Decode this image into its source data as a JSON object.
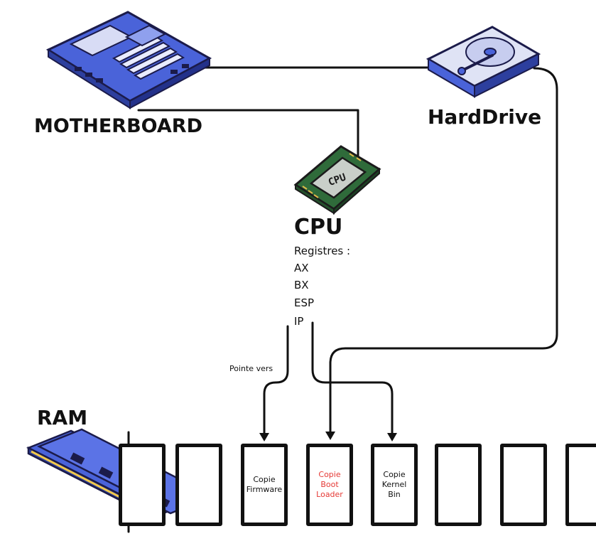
{
  "labels": {
    "motherboard": "MOTHERBOARD",
    "harddrive": "HardDrive",
    "cpu": "CPU",
    "ram": "RAM",
    "pointer_note": "Pointe vers"
  },
  "cpu_chip_text": "CPU",
  "registers": {
    "title": "Registres :",
    "items": [
      "AX",
      "BX",
      "ESP",
      "IP"
    ]
  },
  "ram_cells": [
    {
      "text": ""
    },
    {
      "text": ""
    },
    {
      "text": "Copie\nFirmware",
      "color": "#111111"
    },
    {
      "text": "Copie\nBoot\nLoader",
      "color": "#e53935"
    },
    {
      "text": "Copie\nKernel\nBin",
      "color": "#111111"
    },
    {
      "text": ""
    },
    {
      "text": ""
    },
    {
      "text": ""
    }
  ],
  "colors": {
    "line": "#111111",
    "hardware_blue": "#4a63d9",
    "cpu_green": "#2f6b3a",
    "highlight_red": "#e53935"
  }
}
